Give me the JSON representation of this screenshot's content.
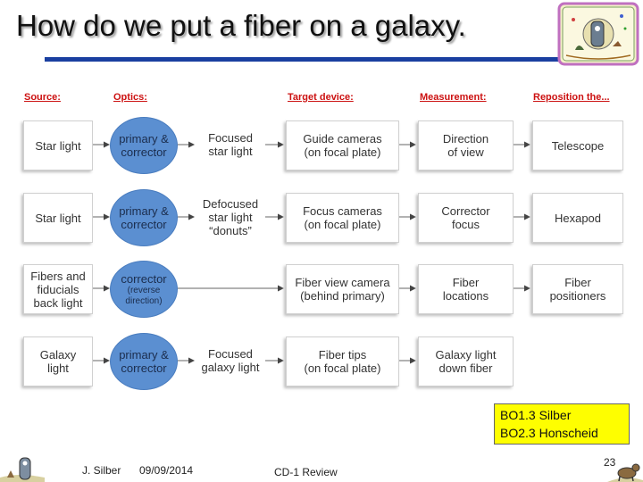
{
  "title": "How do we put a fiber on a galaxy.",
  "headers": {
    "source": "Source:",
    "optics": "Optics:",
    "target": "Target device:",
    "measurement": "Measurement:",
    "reposition": "Reposition the..."
  },
  "rows": [
    {
      "source": "Star light",
      "optics": "primary &\ncorrector",
      "image": "Focused\nstar light",
      "target": "Guide cameras\n(on focal plate)",
      "measurement": "Direction\nof view",
      "reposition": "Telescope"
    },
    {
      "source": "Star light",
      "optics": "primary &\ncorrector",
      "image": "Defocused\nstar light\n“donuts”",
      "target": "Focus cameras\n(on focal plate)",
      "measurement": "Corrector\nfocus",
      "reposition": "Hexapod"
    },
    {
      "source": "Fibers and\nfiducials\nback light",
      "optics": "corrector",
      "optics_note": "(reverse\ndirection)",
      "target": "Fiber view camera\n(behind primary)",
      "measurement": "Fiber\nlocations",
      "reposition": "Fiber\npositioners"
    },
    {
      "source": "Galaxy\nlight",
      "optics": "primary &\ncorrector",
      "image": "Focused\ngalaxy light",
      "target": "Fiber tips\n(on focal plate)",
      "measurement": "Galaxy light\ndown fiber"
    }
  ],
  "refs": [
    "BO1.3 Silber",
    "BO2.3 Honscheid"
  ],
  "footer": {
    "author": "J. Silber",
    "date": "09/09/2014",
    "event": "CD-1 Review",
    "page": "23"
  },
  "colors": {
    "header_text": "#cc1111",
    "ellipse_fill": "#5b8fd1",
    "title_rule": "#1a3fa0",
    "ref_box": "#fefe00"
  }
}
